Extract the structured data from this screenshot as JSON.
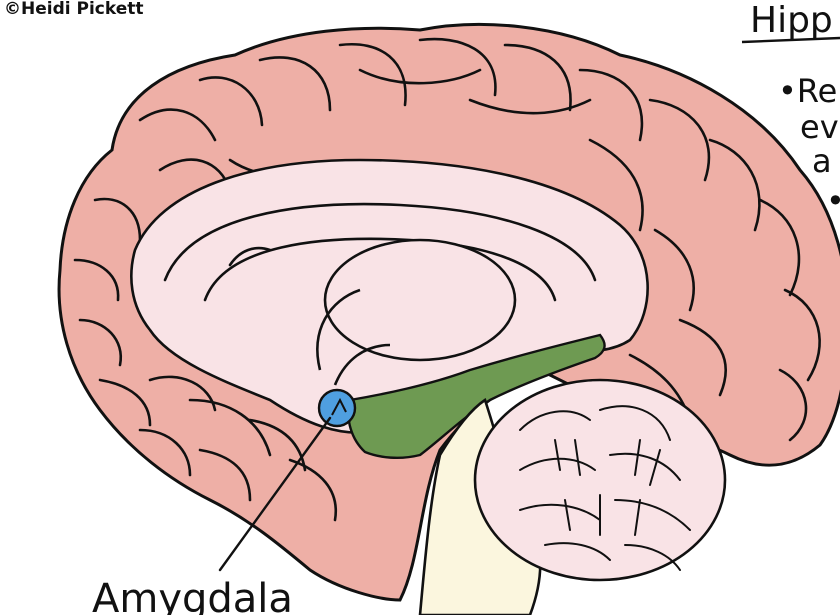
{
  "credit": "©Heidi Pickett",
  "heading": "Hipp",
  "notes": {
    "line1": "•Re",
    "line2": "ev",
    "line3": "a",
    "line4": "•"
  },
  "label": "Amygdala",
  "colors": {
    "cortex": "#eeafa6",
    "inner": "#f9e3e6",
    "hippocampus": "#6e9a52",
    "amygdala": "#4f9fe0",
    "brainstem": "#fbf6de",
    "outline": "#111111",
    "background": "#ffffff"
  }
}
